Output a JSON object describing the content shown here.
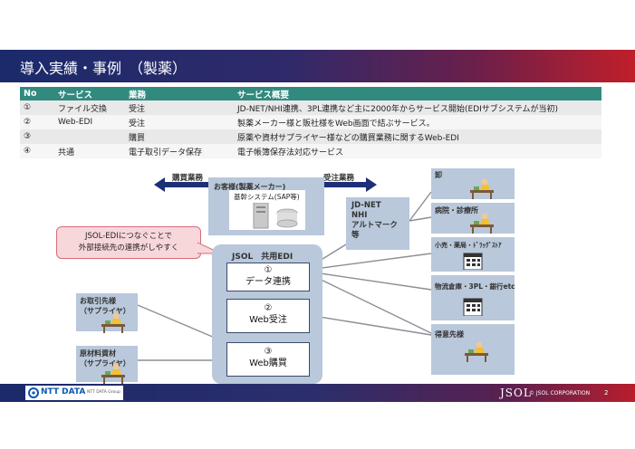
{
  "title": "導入実績・事例　（製薬）",
  "table": {
    "headers": [
      "No",
      "サービス",
      "業務",
      "サービス概要"
    ],
    "rows": [
      [
        "①",
        "ファイル交換",
        "受注",
        "JD-NET/NHI連携、3PL連携など主に2000年からサービス開始(EDIサブシステムが当初)"
      ],
      [
        "②",
        "Web-EDI",
        "受注",
        "製薬メーカー様と販社様をWeb画面で結ぶサービス。"
      ],
      [
        "③",
        "",
        "購買",
        "原薬や資材サプライヤー様などの購買業務に関するWeb-EDI"
      ],
      [
        "④",
        "共通",
        "電子取引データ保存",
        "電子帳簿保存法対応サービス"
      ]
    ]
  },
  "diagram": {
    "purchase_label": "購買業務",
    "order_label": "受注業務",
    "customer_title": "お客様(製薬メーカー)",
    "core_system": "基幹システム(SAP等)",
    "callout": "JSOL-EDIにつなぐことで\n外部接続先の連携がしやすく",
    "edi_title": "JSOL　共用EDI",
    "mod1_num": "①",
    "mod1_label": "データ連携",
    "mod2_num": "②",
    "mod2_label": "Web受注",
    "mod3_num": "③",
    "mod3_label": "Web購買",
    "jdnet": "JD-NET\nNHI\nアルトマーク\n等",
    "partner1": "お取引先様\n（サプライヤ）",
    "partner2": "原材料資材\n（サプライヤ）",
    "dest_wholesale": "卸",
    "dest_hospital": "病院・診療所",
    "dest_retail": "小売・薬局・ﾄﾞﾗｯｸﾞｽﾄｱ",
    "dest_logistics": "物流倉庫・3PL・銀行etc",
    "dest_customers": "得意先様"
  },
  "footer": {
    "logo": "NTT DATA",
    "group": "NTT DATA Group",
    "brand": "JSOL",
    "copyright": "© JSOL CORPORATION",
    "page": "2"
  },
  "colors": {
    "teal_header": "#32897e",
    "box_blue": "#b9c8da",
    "callout_pink": "#f8d7da"
  }
}
